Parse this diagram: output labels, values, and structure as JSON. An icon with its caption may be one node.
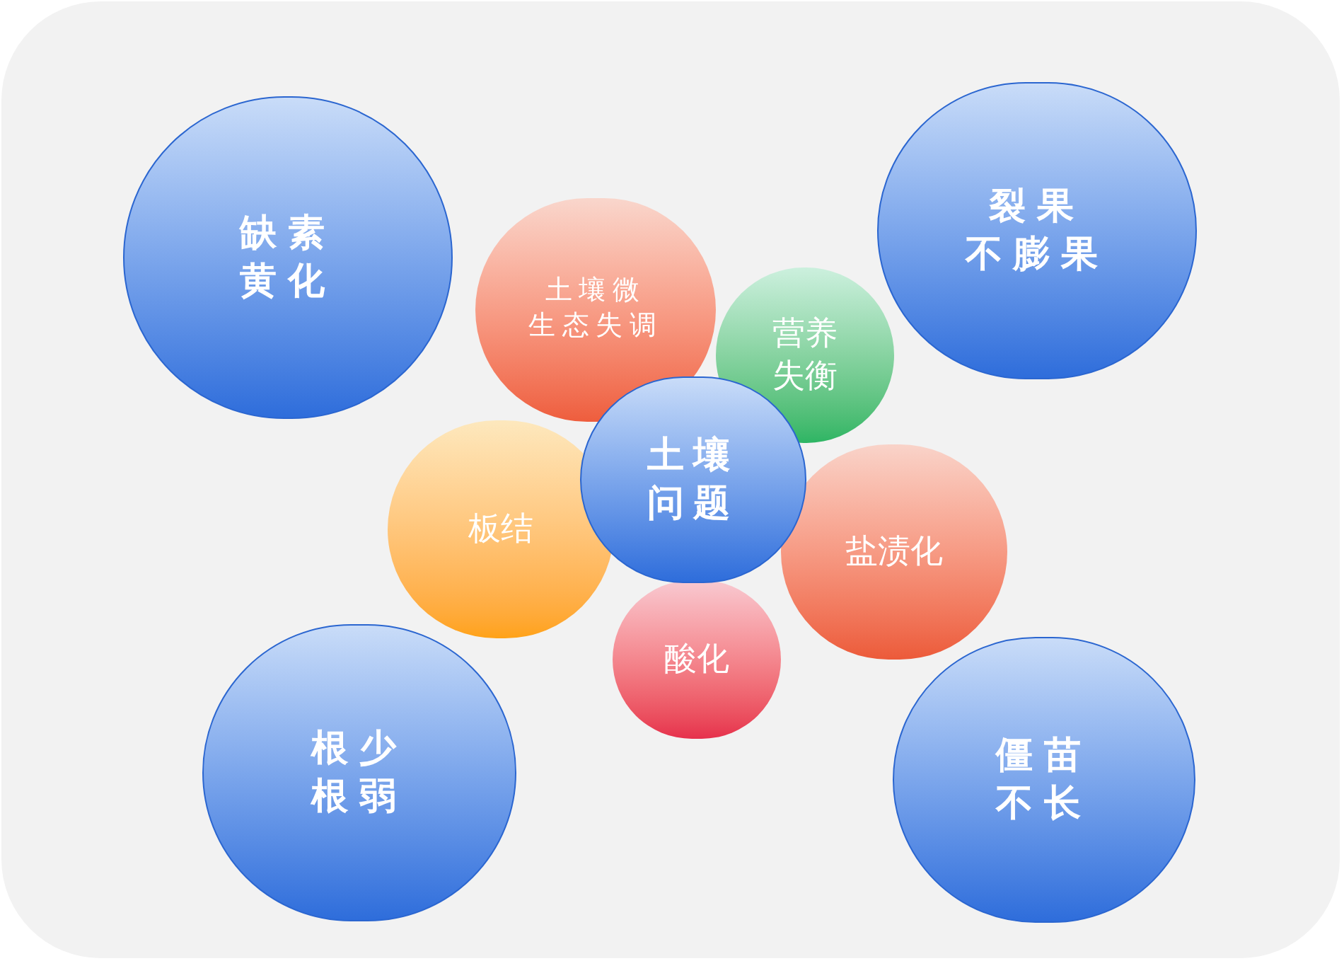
{
  "diagram": {
    "nodes": [
      {
        "text": [
          "缺素黄化"
        ]
      },
      {
        "text": [
          "裂果不膨果"
        ]
      },
      {
        "text": [
          "土壤微生态失调"
        ]
      },
      {
        "text": [
          "营养失衡"
        ]
      },
      {
        "text": [
          "板结"
        ]
      },
      {
        "text": [
          "土壤问题"
        ]
      },
      {
        "text": [
          "盐渍化"
        ]
      },
      {
        "text": [
          "酸化"
        ]
      },
      {
        "text": [
          "根少根弱"
        ]
      },
      {
        "text": [
          "僵苗不长"
        ]
      }
    ]
  }
}
